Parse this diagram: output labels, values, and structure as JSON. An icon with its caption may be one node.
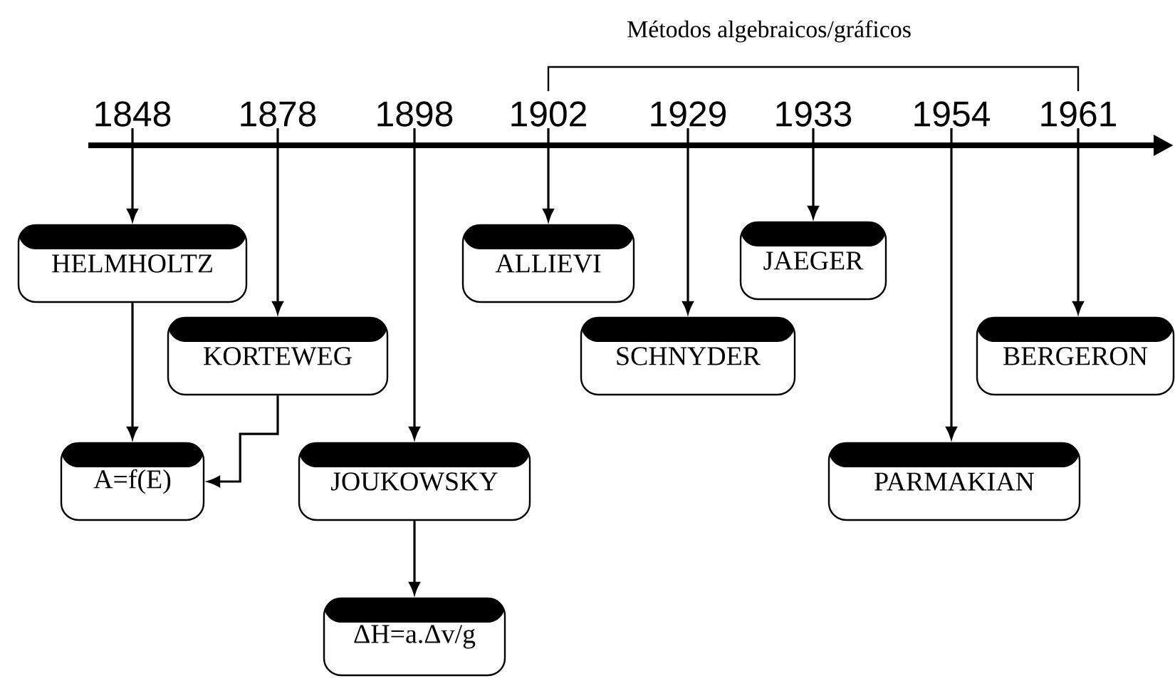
{
  "diagram": {
    "nodes": [
      {
        "text": [
          "1848"
        ]
      },
      {
        "text": [
          "1878"
        ]
      },
      {
        "text": [
          "1898"
        ]
      },
      {
        "text": [
          "1902"
        ]
      },
      {
        "text": [
          "1929"
        ]
      },
      {
        "text": [
          "1933"
        ]
      },
      {
        "text": [
          "1954"
        ]
      },
      {
        "text": [
          "1961"
        ]
      },
      {
        "text": [
          "HELMHOLTZ"
        ]
      },
      {
        "text": [
          "KORTEWEG"
        ]
      },
      {
        "text": [
          "A=f(E)"
        ]
      },
      {
        "text": [
          "JOUKOWSKY"
        ]
      },
      {
        "text": [
          "ΔH=a.Δv/g"
        ]
      },
      {
        "text": [
          "ALLIEVI"
        ]
      },
      {
        "text": [
          "SCHNYDER"
        ]
      },
      {
        "text": [
          "JAEGER"
        ]
      },
      {
        "text": [
          "PARMAKIAN"
        ]
      },
      {
        "text": [
          "BERGERON"
        ]
      }
    ],
    "edges": [
      {
        "from": 0,
        "to": 8,
        "arrow": "to"
      },
      {
        "from": 1,
        "to": 9,
        "arrow": "to"
      },
      {
        "from": 8,
        "to": 10,
        "arrow": "to"
      },
      {
        "from": 9,
        "to": 10,
        "arrow": "to"
      },
      {
        "from": 2,
        "to": 11,
        "arrow": "to"
      },
      {
        "from": 11,
        "to": 12,
        "arrow": "to"
      },
      {
        "from": 3,
        "to": 13,
        "arrow": "to"
      },
      {
        "from": 4,
        "to": 14,
        "arrow": "to"
      },
      {
        "from": 5,
        "to": 15,
        "arrow": "to"
      },
      {
        "from": 6,
        "to": 16,
        "arrow": "to"
      },
      {
        "from": 7,
        "to": 17,
        "arrow": "to"
      }
    ],
    "labels": [
      "Métodos algebraicos/gráficos"
    ]
  }
}
